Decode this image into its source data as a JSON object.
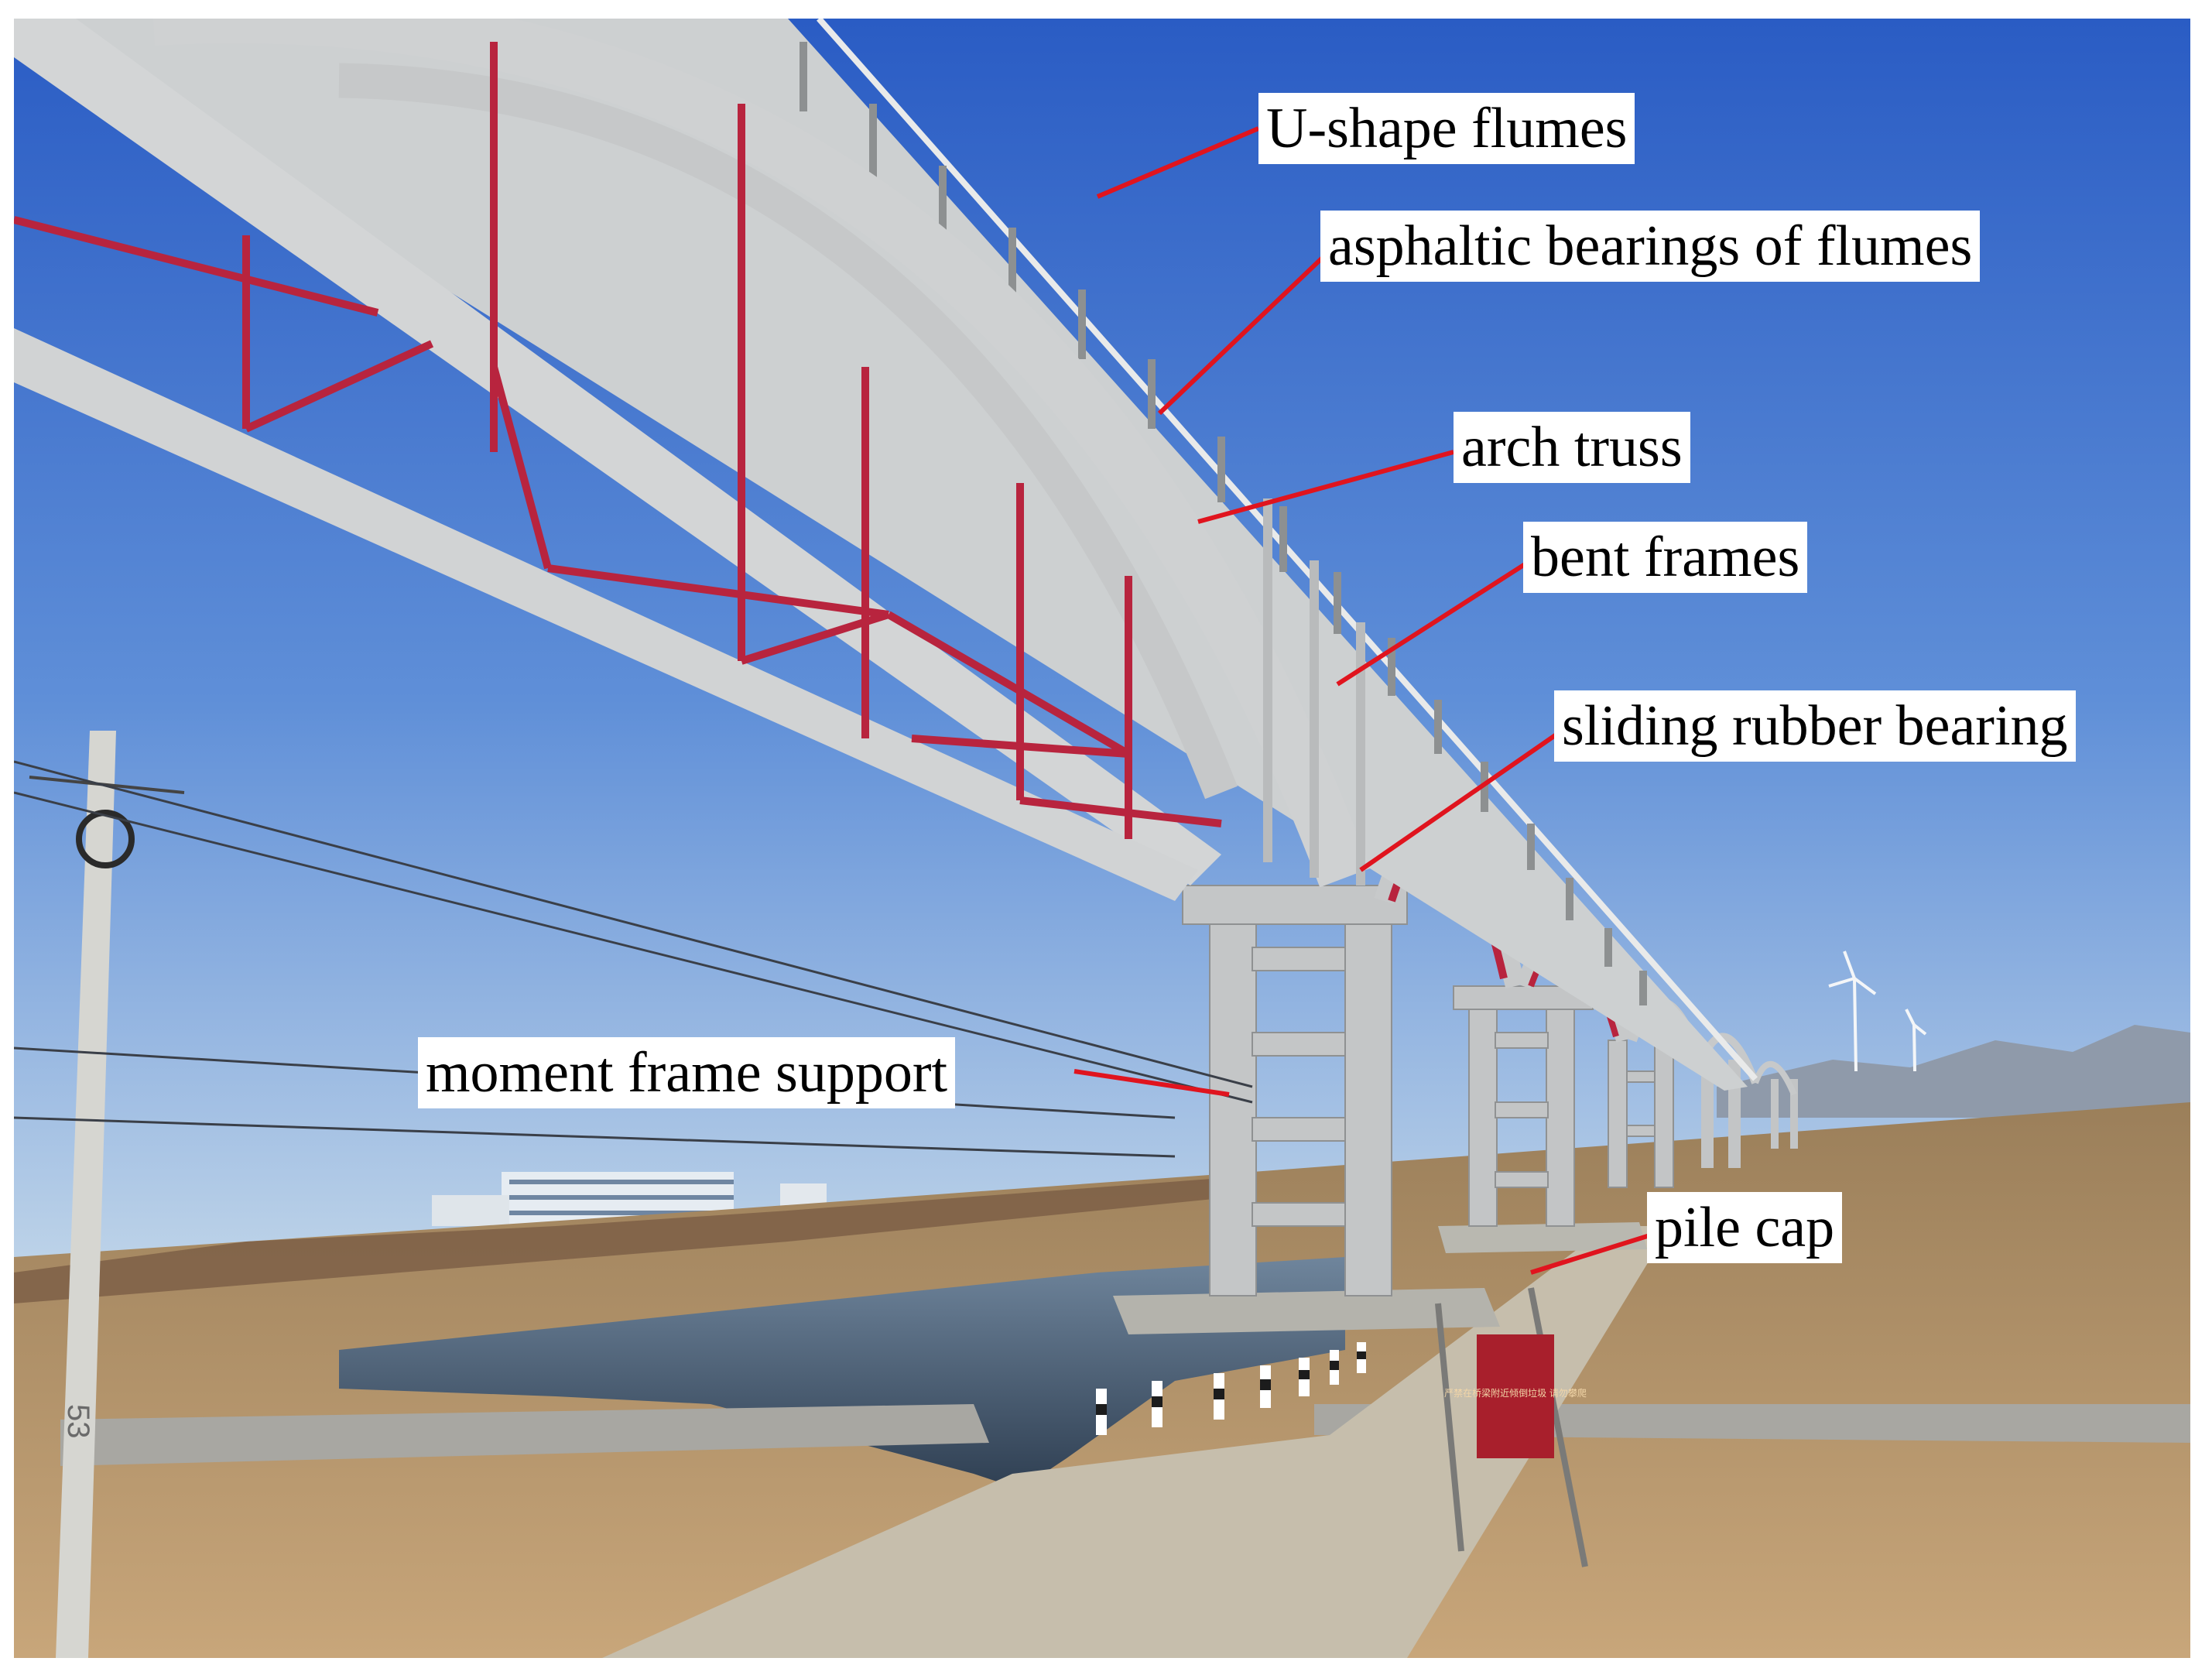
{
  "annotations": {
    "u_shape_flumes": "U-shape flumes",
    "asphaltic_bearings": "asphaltic bearings of  flumes",
    "arch_truss": "arch truss",
    "bent_frames": "bent frames",
    "sliding_rubber_bearing": "sliding rubber bearing",
    "moment_frame_support": "moment frame support",
    "pile_cap": "pile cap"
  },
  "sign": {
    "text": "严禁在桥梁附近倾倒垃圾 请勿攀爬"
  },
  "pole_marking": "53",
  "colors": {
    "sky_top": "#2f63c9",
    "sky_bottom": "#b4cde6",
    "concrete": "#c9cbcc",
    "truss_red": "#b8243e",
    "leader_line": "#e0141e",
    "ground": "#b9986a",
    "water": "#4a5d73",
    "sign_red": "#a81f2c"
  }
}
